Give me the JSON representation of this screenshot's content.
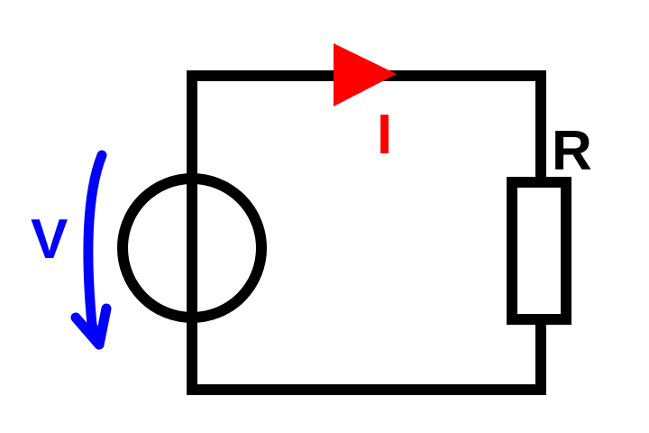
{
  "diagram": {
    "type": "circuit",
    "components": {
      "voltage_source": {
        "label": "V",
        "label_color": "#0000ff",
        "arrow_color": "#0000ff"
      },
      "current_indicator": {
        "label": "I",
        "color": "#ff0000"
      },
      "resistor": {
        "label": "R",
        "label_color": "#000000"
      }
    },
    "wire_color": "#000000",
    "background_color": "#ffffff"
  }
}
